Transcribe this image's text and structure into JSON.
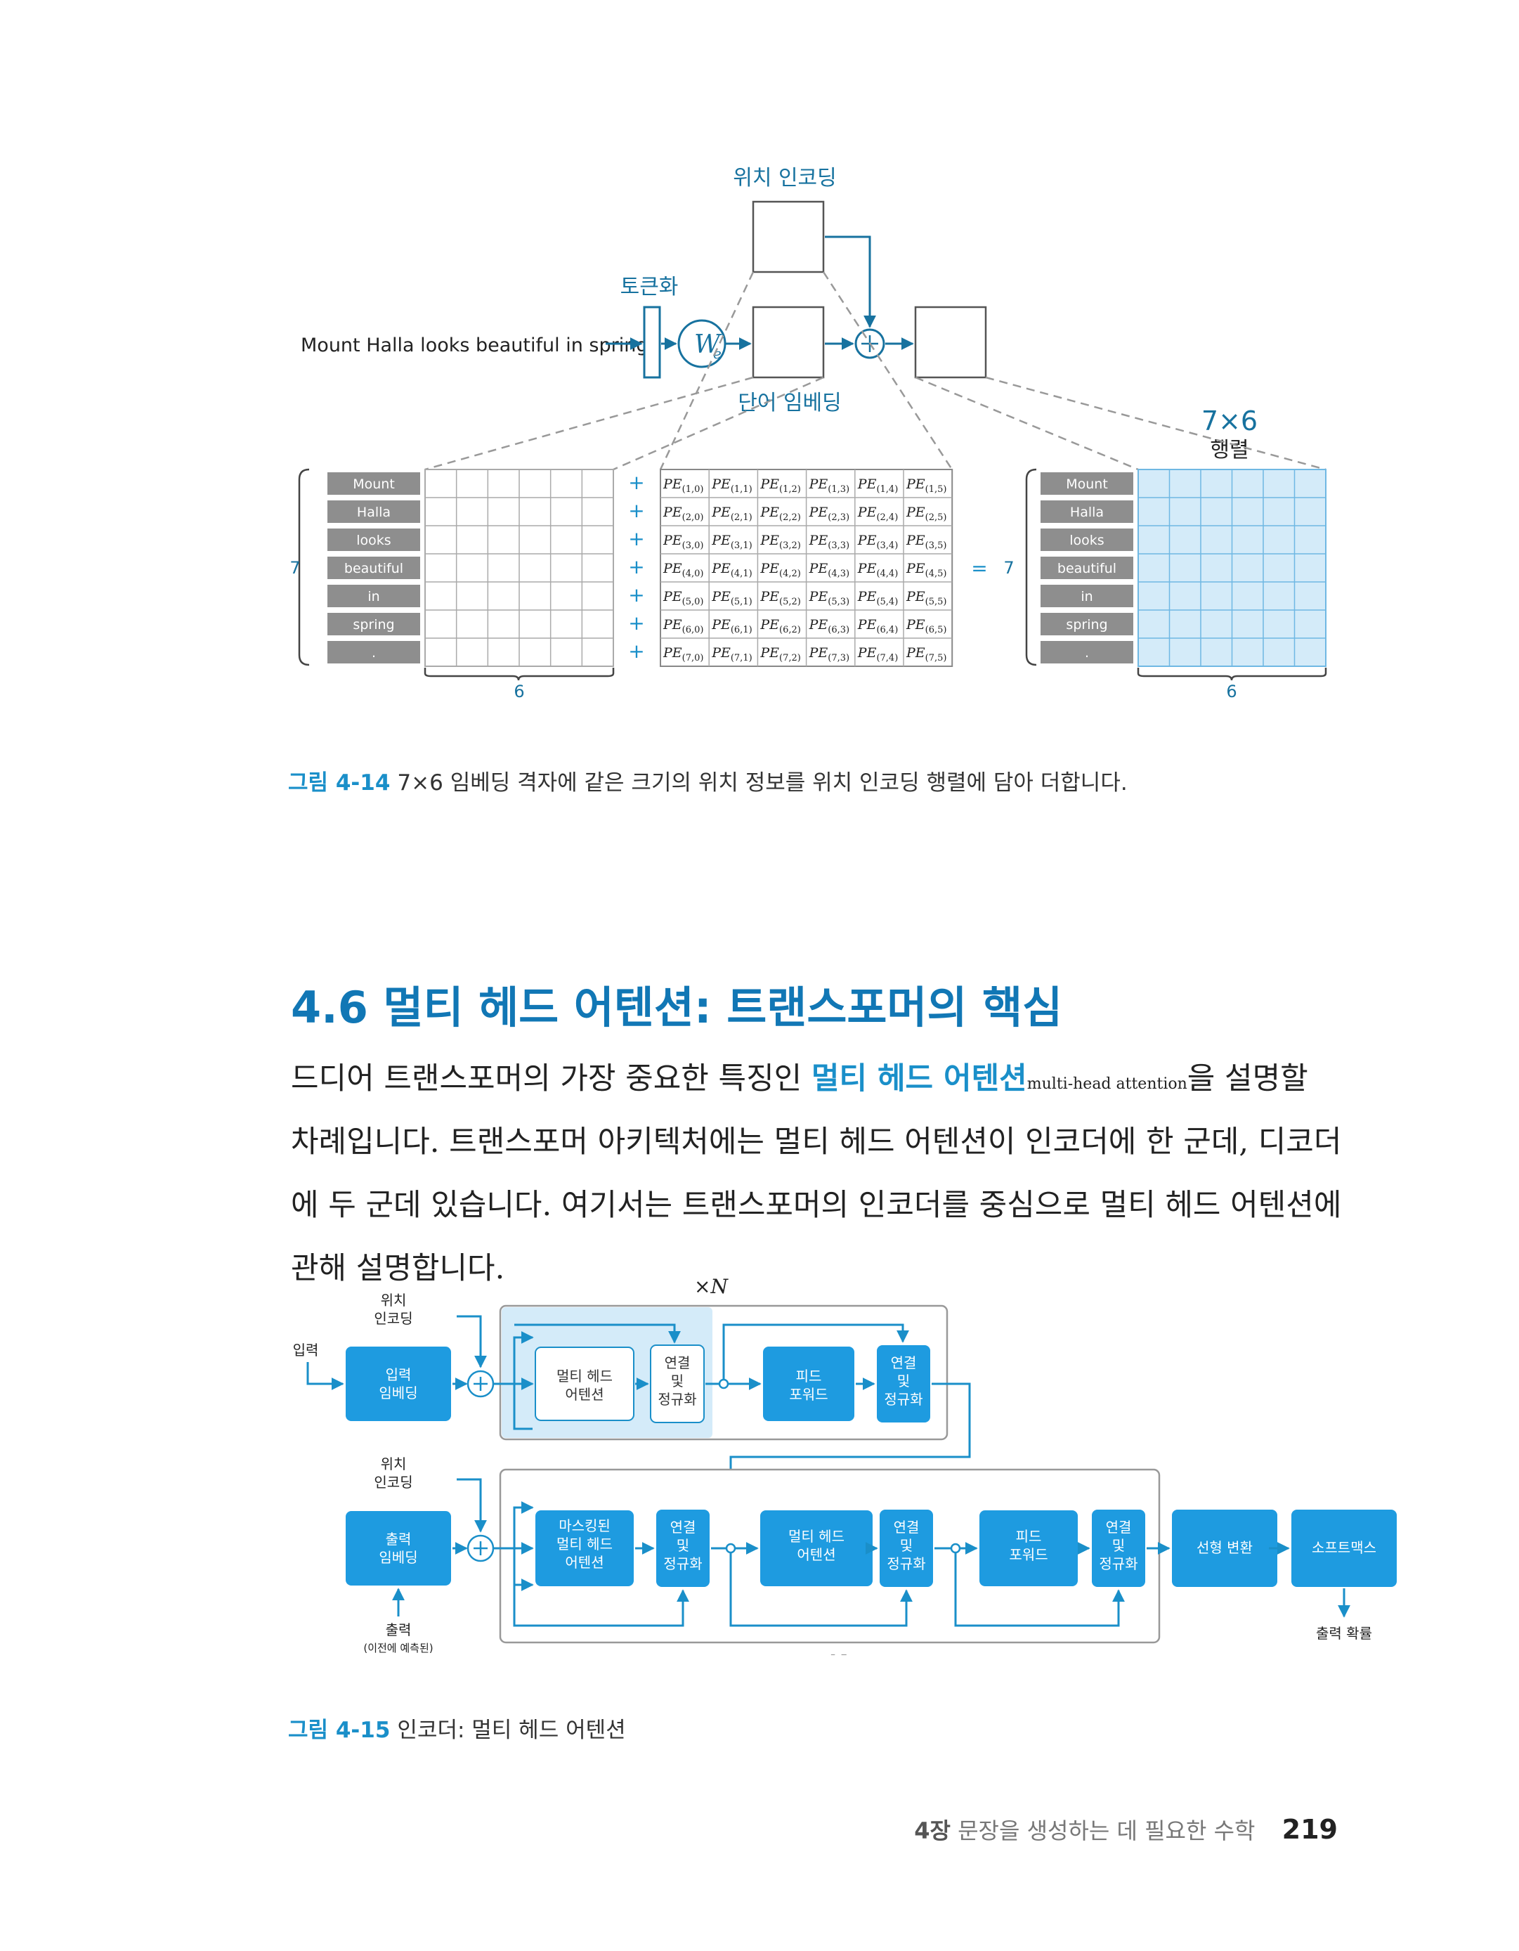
{
  "figure1": {
    "pos_encoding_label": "위치 인코딩",
    "tokenize_label": "토큰화",
    "sentence": "Mount Halla looks beautiful in spring.",
    "we_symbol": "W",
    "we_sub": "e",
    "word_embedding_label": "단어 임베딩",
    "matrix_size_label": "7×6",
    "matrix_label": "행렬",
    "tokens": [
      "Mount",
      "Halla",
      "looks",
      "beautiful",
      "in",
      "spring",
      "."
    ],
    "rows_label": "7",
    "cols_label": "6",
    "equals": "=",
    "plus": "+",
    "pe_symbol": "PE"
  },
  "caption1": {
    "label": "그림 4-14",
    "text": "7×6 임베딩 격자에 같은 크기의 위치 정보를 위치 인코딩 행렬에 담아 더합니다."
  },
  "section": {
    "heading": "4.6 멀티 헤드 어텐션: 트랜스포머의 핵심",
    "p1": "드디어 트랜스포머의 가장 중요한 특징인 ",
    "keyword": "멀티 헤드 어텐션",
    "keyword_en": "multi-head attention",
    "p2": "을 설명할 차례입니다. 트랜스포머 아키텍처에는 멀티 헤드 어텐션이 인코더에 한 군데, 디코더에 두 군데 있습니다. 여기서는 트랜스포머의 인코더를 중심으로 멀티 헤드 어텐션에 관해 설명합니다."
  },
  "figure2": {
    "xn": "×N",
    "enc_pos": [
      "위치",
      "인코딩"
    ],
    "input": "입력",
    "input_embedding": [
      "입력",
      "임베딩"
    ],
    "mha": [
      "멀티 헤드",
      "어텐션"
    ],
    "addnorm": [
      "연결",
      "및",
      "정규화"
    ],
    "ffn": [
      "피드",
      "포워드"
    ],
    "dec_pos": [
      "위치",
      "인코딩"
    ],
    "output_embedding": [
      "출력",
      "임베딩"
    ],
    "output_label": "출력",
    "output_sub": "(이전에 예측된)",
    "masked_mha": [
      "마스킹된",
      "멀티 헤드",
      "어텐션"
    ],
    "linear": "선형 변환",
    "softmax": "소프트맥스",
    "out_prob": "출력 확률"
  },
  "caption2": {
    "label": "그림 4-15",
    "text": "인코더: 멀티 헤드 어텐션"
  },
  "footer": {
    "chapter": "4장",
    "title": "문장을 생성하는 데 필요한 수학",
    "page": "219"
  },
  "colors": {
    "accent": "#1a8fc9",
    "dark_accent": "#1177b5",
    "box_blue": "#1e9be0",
    "light_blue": "#d4ebf9",
    "token_gray": "#8e8e8e"
  }
}
